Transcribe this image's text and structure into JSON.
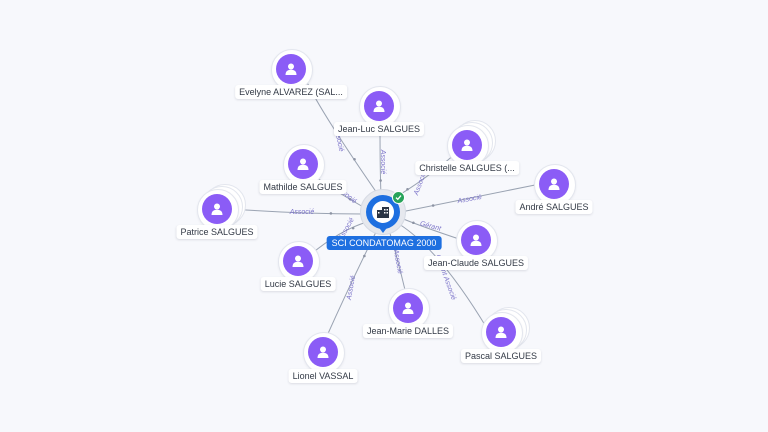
{
  "company": {
    "name": "SCI CONDATOMAG 2000",
    "icon": "building-icon",
    "verified_icon": "check-icon",
    "accent_color": "#1e6fe0"
  },
  "person_icon": "person-icon",
  "person_color": "#8b5cf6",
  "people": [
    {
      "key": "evelyne-alvarez",
      "name": "Evelyne ALVAREZ (SAL..."
    },
    {
      "key": "jean-luc-salgues",
      "name": "Jean-Luc SALGUES"
    },
    {
      "key": "christelle-salgues",
      "name": "Christelle SALGUES (..."
    },
    {
      "key": "mathilde-salgues",
      "name": "Mathilde SALGUES"
    },
    {
      "key": "andre-salgues",
      "name": "André SALGUES"
    },
    {
      "key": "patrice-salgues",
      "name": "Patrice SALGUES"
    },
    {
      "key": "jean-claude-salgues",
      "name": "Jean-Claude SALGUES"
    },
    {
      "key": "lucie-salgues",
      "name": "Lucie SALGUES"
    },
    {
      "key": "jean-marie-dalles",
      "name": "Jean-Marie DALLES"
    },
    {
      "key": "pascal-salgues",
      "name": "Pascal SALGUES"
    },
    {
      "key": "lionel-vassal",
      "name": "Lionel VASSAL"
    }
  ],
  "relations": [
    {
      "key": "evelyne-alvarez",
      "role": "Associé"
    },
    {
      "key": "jean-luc-salgues",
      "role": "Associé"
    },
    {
      "key": "christelle-salgues",
      "role": "Associé"
    },
    {
      "key": "mathilde-salgues",
      "role": "Associé"
    },
    {
      "key": "andre-salgues",
      "role": "Associé"
    },
    {
      "key": "patrice-salgues",
      "role": "Associé"
    },
    {
      "key": "jean-claude-salgues",
      "role": "Gérant"
    },
    {
      "key": "lucie-salgues",
      "role": "Associé"
    },
    {
      "key": "jean-marie-dalles",
      "role": "Associé"
    },
    {
      "key": "pascal-salgues",
      "role": "Gérant Associé"
    },
    {
      "key": "lionel-vassal",
      "role": "Associé"
    }
  ]
}
